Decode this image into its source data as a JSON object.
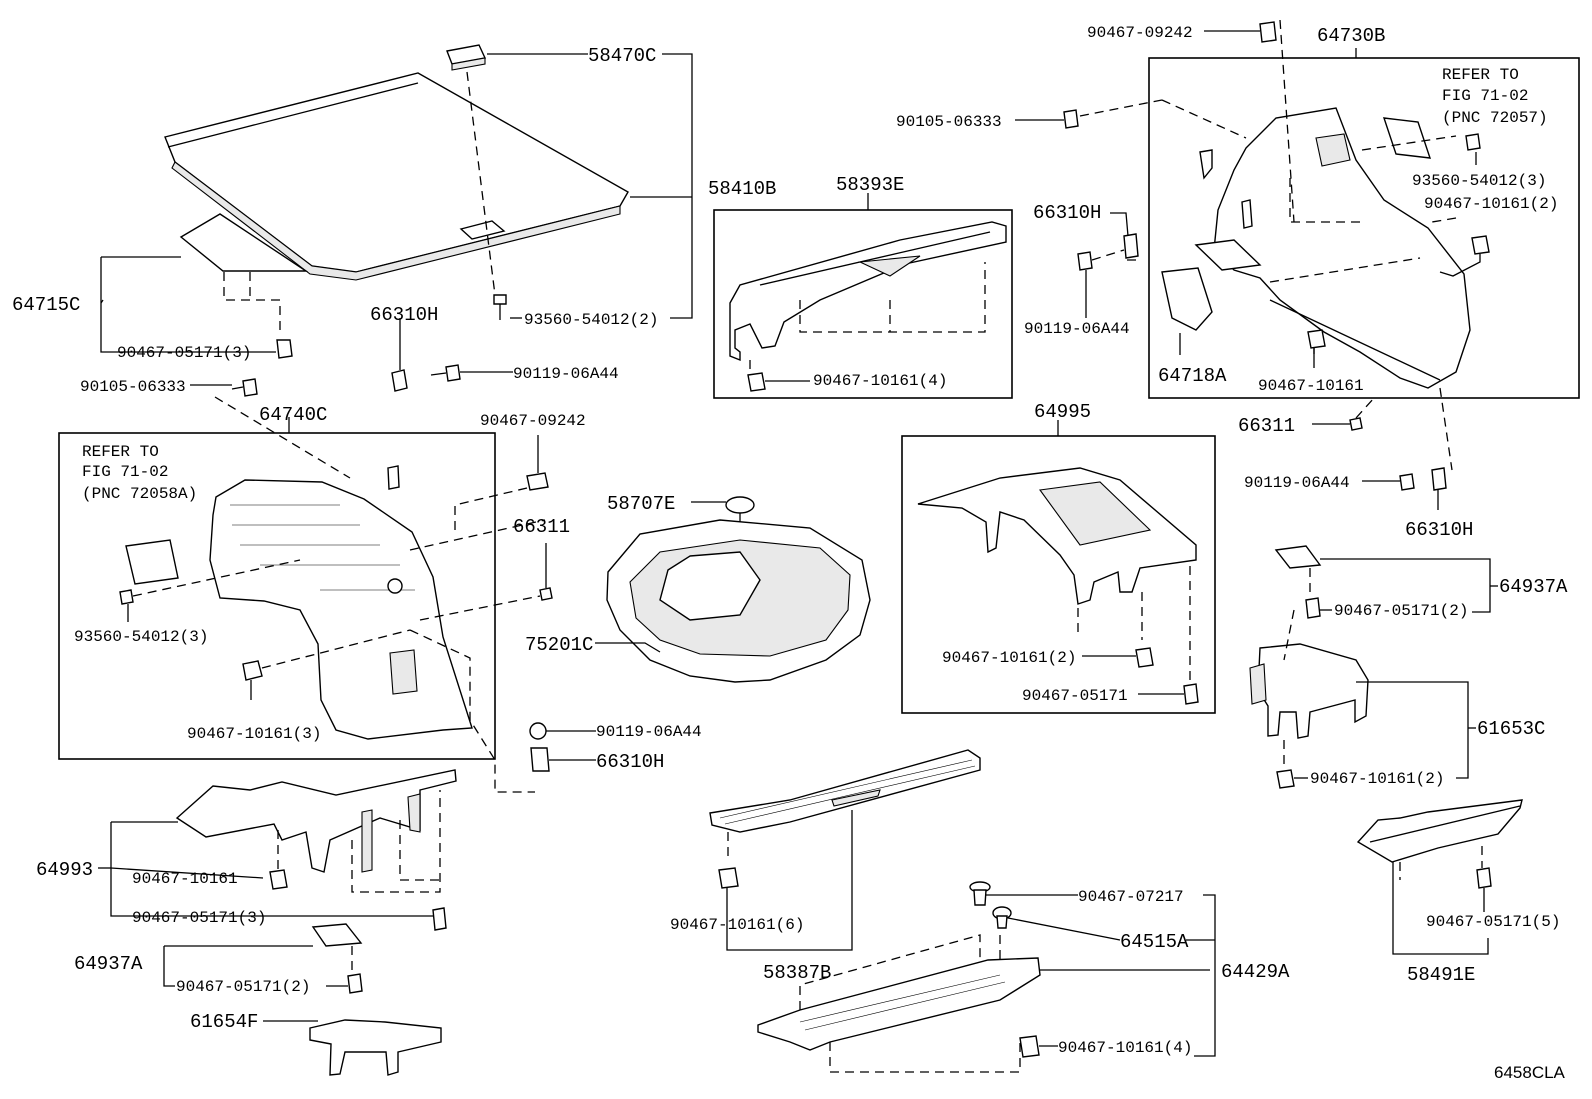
{
  "callouts": {
    "c58470C": "58470C",
    "c58410B": "58410B",
    "c93560_54012_2": "93560-54012(2)",
    "c64715C": "64715C",
    "c90467_05171_3a": "90467-05171(3)",
    "c66310H_a": "66310H",
    "c90119_06A44_a": "90119-06A44",
    "c90105_06333_a": "90105-06333",
    "c64740C": "64740C",
    "c90467_09242_a": "90467-09242",
    "c66311_a": "66311",
    "c93560_54012_3a": "93560-54012(3)",
    "c90467_10161_3": "90467-10161(3)",
    "c90119_06A44_b": "90119-06A44",
    "c66310H_b": "66310H",
    "c58393E": "58393E",
    "c90467_10161_4a": "90467-10161(4)",
    "c58707E": "58707E",
    "c75201C": "75201C",
    "c64993": "64993",
    "c90467_10161_a": "90467-10161",
    "c90467_05171_3b": "90467-05171(3)",
    "c64937A_a": "64937A",
    "c90467_05171_2a": "90467-05171(2)",
    "c61654F": "61654F",
    "c90467_10161_6": "90467-10161(6)",
    "c58387B": "58387B",
    "c90467_07217": "90467-07217",
    "c64515A": "64515A",
    "c64429A": "64429A",
    "c90467_10161_4b": "90467-10161(4)",
    "c64995": "64995",
    "c90467_10161_2a": "90467-10161(2)",
    "c90467_05171": "90467-05171",
    "c90467_09242_b": "90467-09242",
    "c64730B": "64730B",
    "c90105_06333_b": "90105-06333",
    "c66310H_c": "66310H",
    "c90119_06A44_c": "90119-06A44",
    "c64718A": "64718A",
    "c90467_10161_b": "90467-10161",
    "c93560_54012_3b": "93560-54012(3)",
    "c90467_10161_2b": "90467-10161(2)",
    "c66311_b": "66311",
    "c90119_06A44_d": "90119-06A44",
    "c66310H_d": "66310H",
    "c64937A_b": "64937A",
    "c90467_05171_2b": "90467-05171(2)",
    "c61653C": "61653C",
    "c90467_10161_2c": "90467-10161(2)",
    "c90467_05171_5": "90467-05171(5)",
    "c58491E": "58491E"
  },
  "refer_left": [
    "REFER TO",
    "FIG 71-02",
    "(PNC 72058A)"
  ],
  "refer_right": [
    "REFER TO",
    "FIG 71-02",
    "(PNC 72057)"
  ],
  "diagram_code": "6458CLA"
}
